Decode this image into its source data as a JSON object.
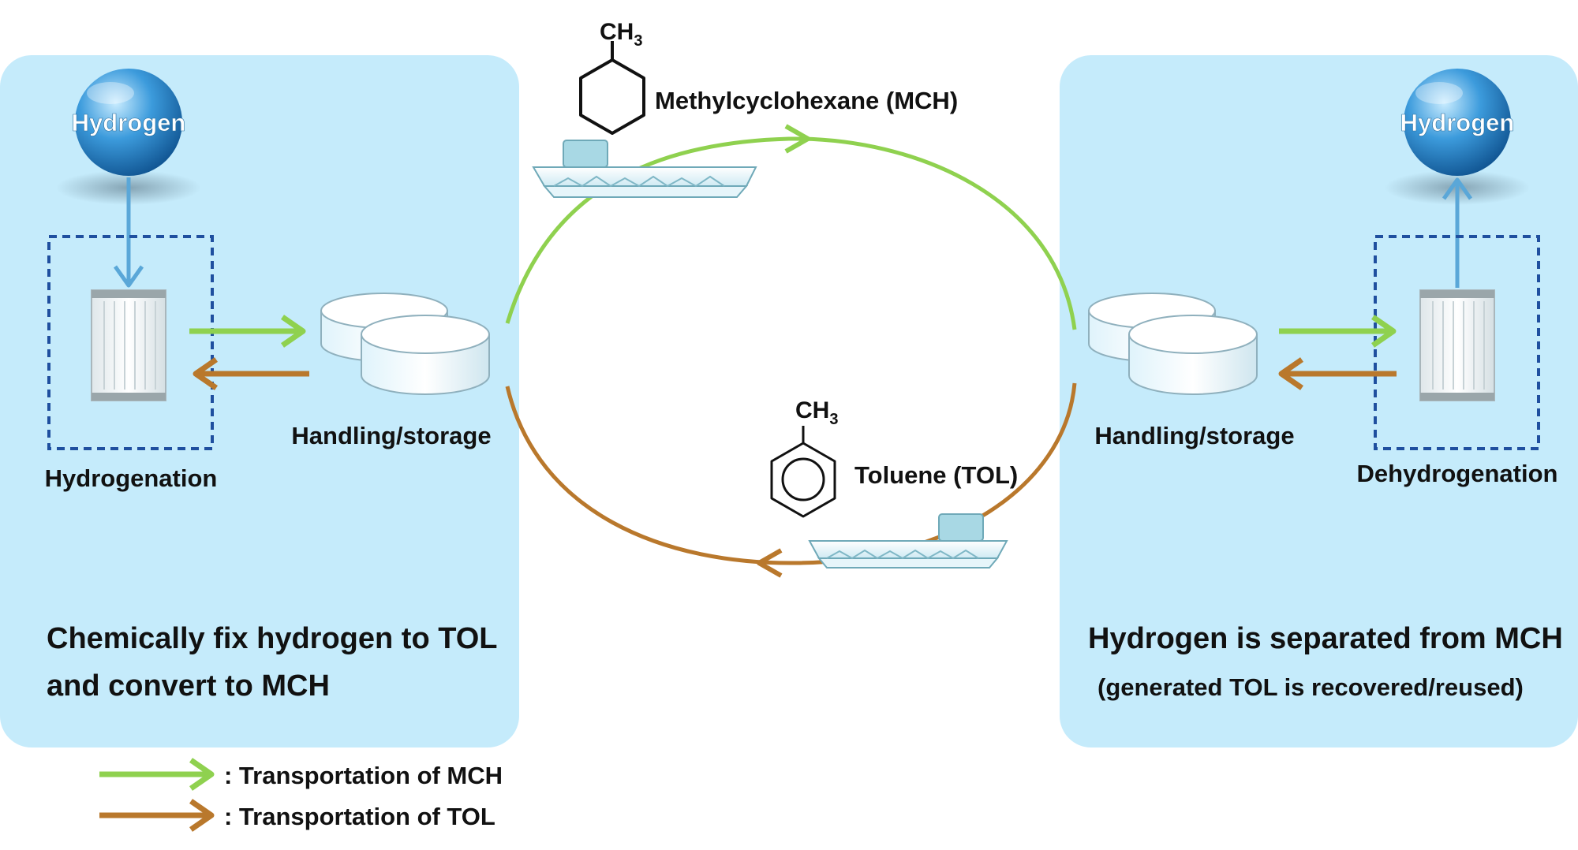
{
  "left_panel": {
    "hydrogen_label": "Hydrogen",
    "process_label": "Hydrogenation",
    "storage_label": "Handling/storage",
    "caption_line1": "Chemically fix hydrogen to TOL",
    "caption_line2": "and convert to MCH"
  },
  "right_panel": {
    "hydrogen_label": "Hydrogen",
    "process_label": "Dehydrogenation",
    "storage_label": "Handling/storage",
    "caption_line1": "Hydrogen is separated from MCH",
    "caption_line2": "(generated TOL is recovered/reused)"
  },
  "molecules": {
    "mch_group": "CH",
    "mch_subscript": "3",
    "mch_label": "Methylcyclohexane (MCH)",
    "tol_group": "CH",
    "tol_subscript": "3",
    "tol_label": "Toluene (TOL)"
  },
  "legend": {
    "mch": ": Transportation of MCH",
    "tol": ": Transportation of TOL"
  },
  "colors": {
    "panel": "#c5ebfb",
    "mch_green": "#8fd14f",
    "tol_brown": "#b9782c",
    "hydrogen_blue": "#2f8fcf",
    "dash_blue": "#1f4f9f"
  }
}
